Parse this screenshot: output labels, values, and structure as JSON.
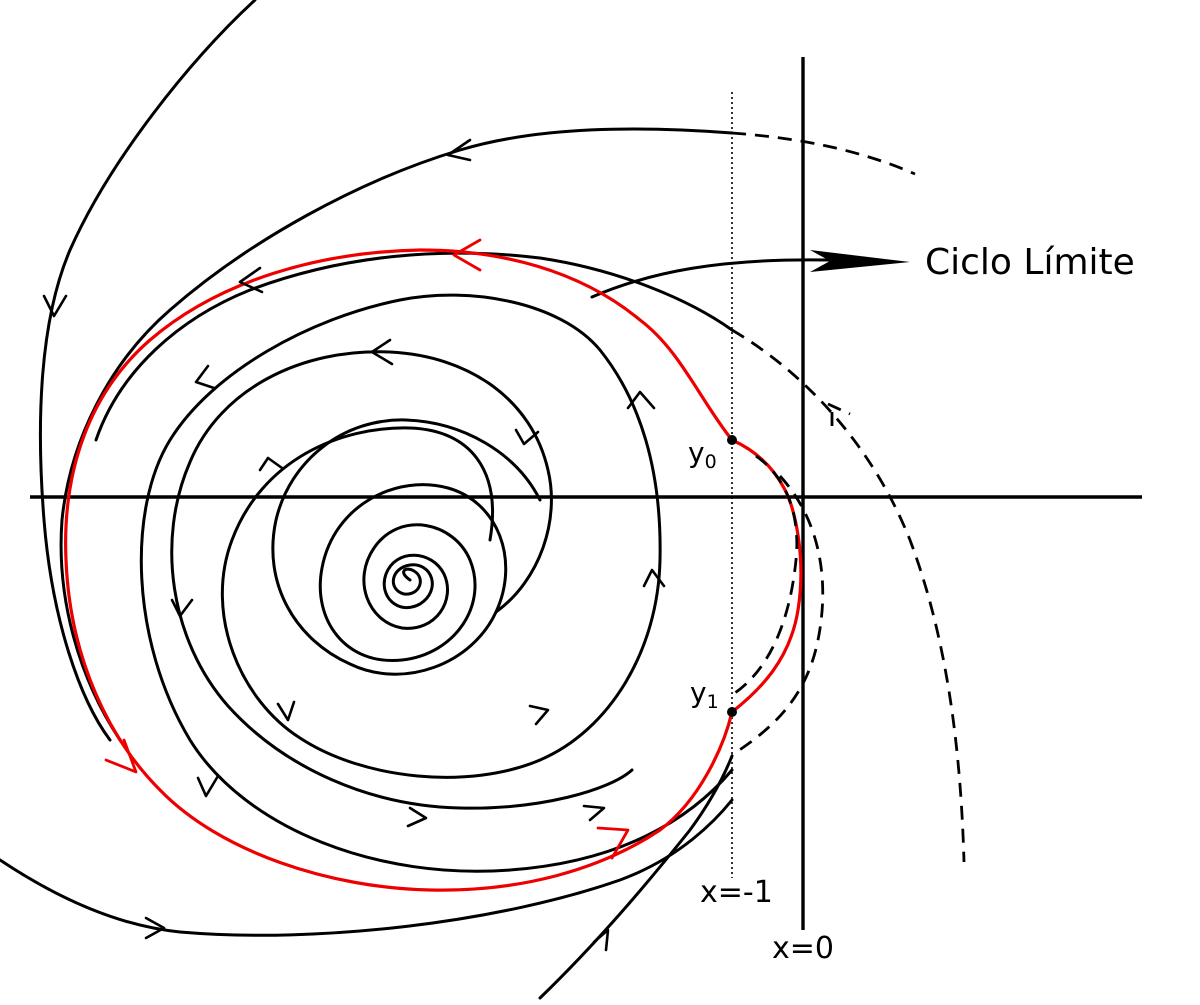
{
  "figure": {
    "labels": {
      "limit_cycle": "Ciclo Límite",
      "y0_base": "y",
      "y0_sub": "0",
      "y1_base": "y",
      "y1_sub": "1",
      "x_neg1": "x=-1",
      "x_zero": "x=0"
    },
    "colors": {
      "trajectory": "#000000",
      "limit_cycle": "#ee0000",
      "background": "#ffffff"
    }
  }
}
